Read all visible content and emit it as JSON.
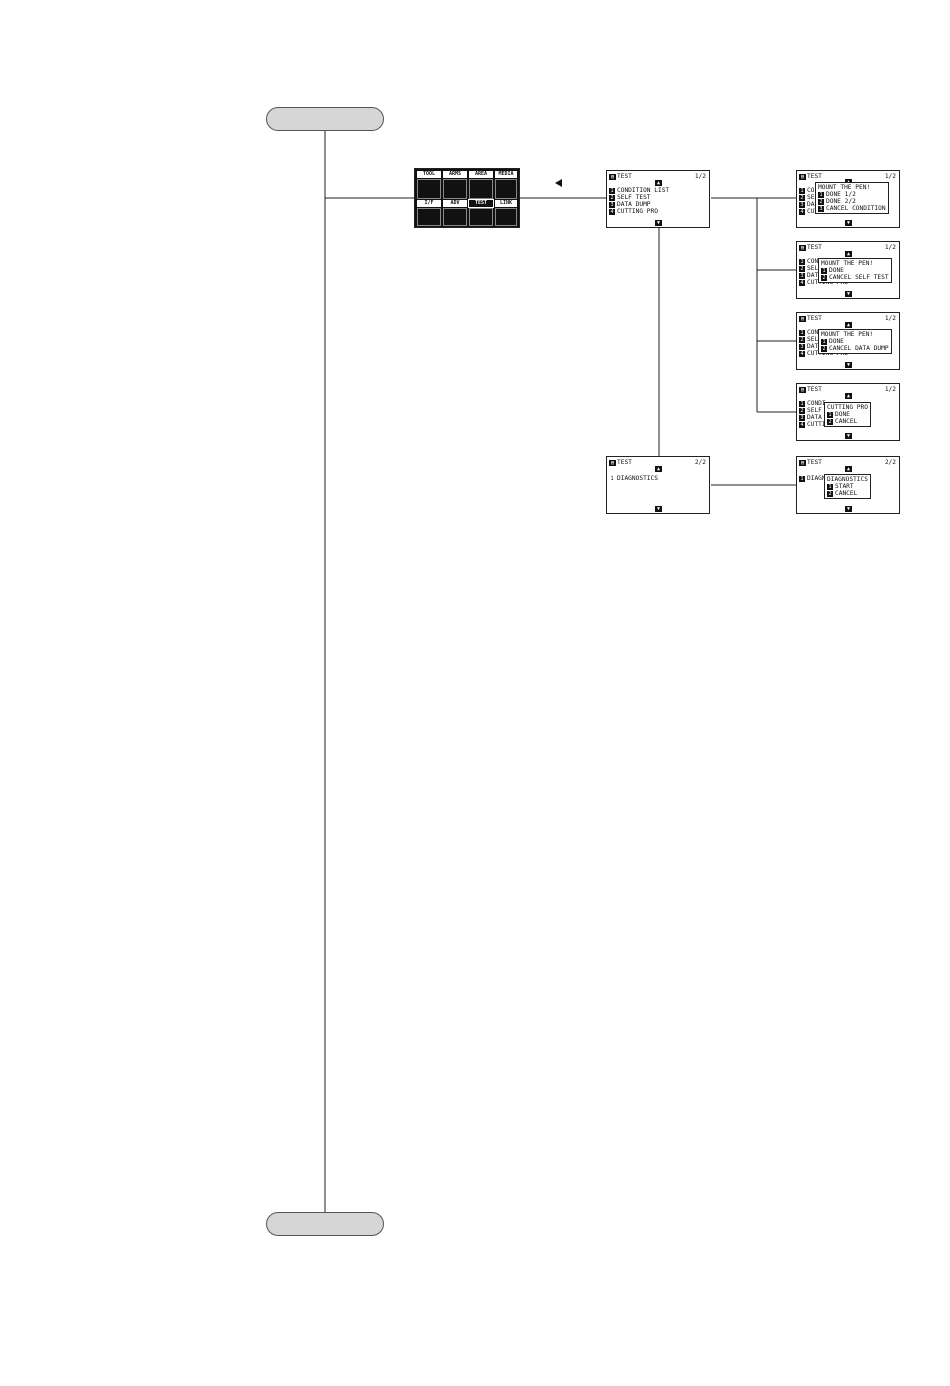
{
  "test_main_p1": {
    "title": "TEST",
    "page": "1/2",
    "items": [
      {
        "num": "1",
        "label": "CONDITION LIST"
      },
      {
        "num": "2",
        "label": "SELF TEST"
      },
      {
        "num": "3",
        "label": "DATA DUMP"
      },
      {
        "num": "4",
        "label": "CUTTING PRO"
      }
    ]
  },
  "test_main_p2": {
    "title": "TEST",
    "page": "2/2",
    "items": [
      {
        "num": "1",
        "label": "DIAGNOSTICS"
      }
    ]
  },
  "menu": {
    "tabs": [
      "TOOL",
      "ARMS",
      "AREA",
      "MEDIA",
      "I/F",
      "ADV",
      "TEST",
      "LINK"
    ]
  },
  "condition_list_screen": {
    "title": "TEST",
    "page": "1/2",
    "bg_items": [
      {
        "num": "1",
        "label": "CO"
      },
      {
        "num": "2",
        "label": "SE"
      },
      {
        "num": "3",
        "label": "DA"
      },
      {
        "num": "4",
        "label": "CUTTING PRO"
      }
    ],
    "popup": {
      "lines": [
        "MOUNT THE PEN!"
      ],
      "options": [
        {
          "num": "1",
          "label": "DONE 1/2"
        },
        {
          "num": "2",
          "label": "DONE 2/2"
        },
        {
          "num": "3",
          "label": "CANCEL CONDITION"
        }
      ]
    }
  },
  "self_test_screen": {
    "title": "TEST",
    "page": "1/2",
    "bg_items": [
      {
        "num": "1",
        "label": "CON"
      },
      {
        "num": "2",
        "label": "SEL"
      },
      {
        "num": "3",
        "label": "DAT"
      },
      {
        "num": "4",
        "label": "CUTTING PRO"
      }
    ],
    "popup": {
      "lines": [
        "MOUNT THE PEN!"
      ],
      "options": [
        {
          "num": "1",
          "label": "DONE"
        },
        {
          "num": "2",
          "label": "CANCEL SELF TEST"
        }
      ]
    }
  },
  "data_dump_screen": {
    "title": "TEST",
    "page": "1/2",
    "bg_items": [
      {
        "num": "1",
        "label": "CON"
      },
      {
        "num": "2",
        "label": "SEL"
      },
      {
        "num": "3",
        "label": "DAT"
      },
      {
        "num": "4",
        "label": "CUTTING PRO"
      }
    ],
    "popup": {
      "lines": [
        "MOUNT THE PEN!"
      ],
      "options": [
        {
          "num": "1",
          "label": "DONE"
        },
        {
          "num": "2",
          "label": "CANCEL DATA DUMP"
        }
      ]
    }
  },
  "cutting_pro_screen": {
    "title": "TEST",
    "page": "1/2",
    "bg_items": [
      {
        "num": "1",
        "label": "CONDI"
      },
      {
        "num": "2",
        "label": "SELF"
      },
      {
        "num": "3",
        "label": "DATA"
      },
      {
        "num": "4",
        "label": "CUTTING PRO"
      }
    ],
    "popup": {
      "lines": [
        "CUTTING PRO"
      ],
      "options": [
        {
          "num": "1",
          "label": "DONE"
        },
        {
          "num": "2",
          "label": "CANCEL"
        }
      ]
    }
  },
  "diagnostics_screen": {
    "title": "TEST",
    "page": "2/2",
    "bg_items": [
      {
        "num": "1",
        "label": "DIAGN"
      }
    ],
    "popup": {
      "lines": [
        "DIAGNOSTICS"
      ],
      "options": [
        {
          "num": "1",
          "label": "START"
        },
        {
          "num": "2",
          "label": "CANCEL"
        }
      ]
    }
  }
}
